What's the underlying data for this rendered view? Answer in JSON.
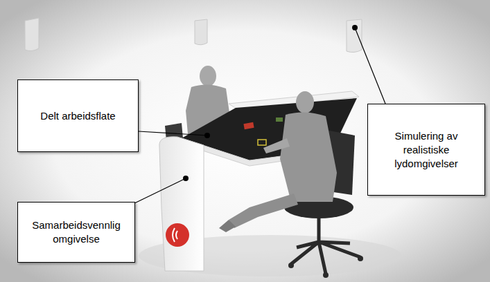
{
  "diagram": {
    "nodes": [
      {
        "text": [
          "Delt arbeidsflate"
        ]
      },
      {
        "text": [
          "Simulering av realistiske lydomgivelser"
        ]
      },
      {
        "text": [
          "Samarbeidsvennlig omgivelse"
        ]
      }
    ]
  }
}
